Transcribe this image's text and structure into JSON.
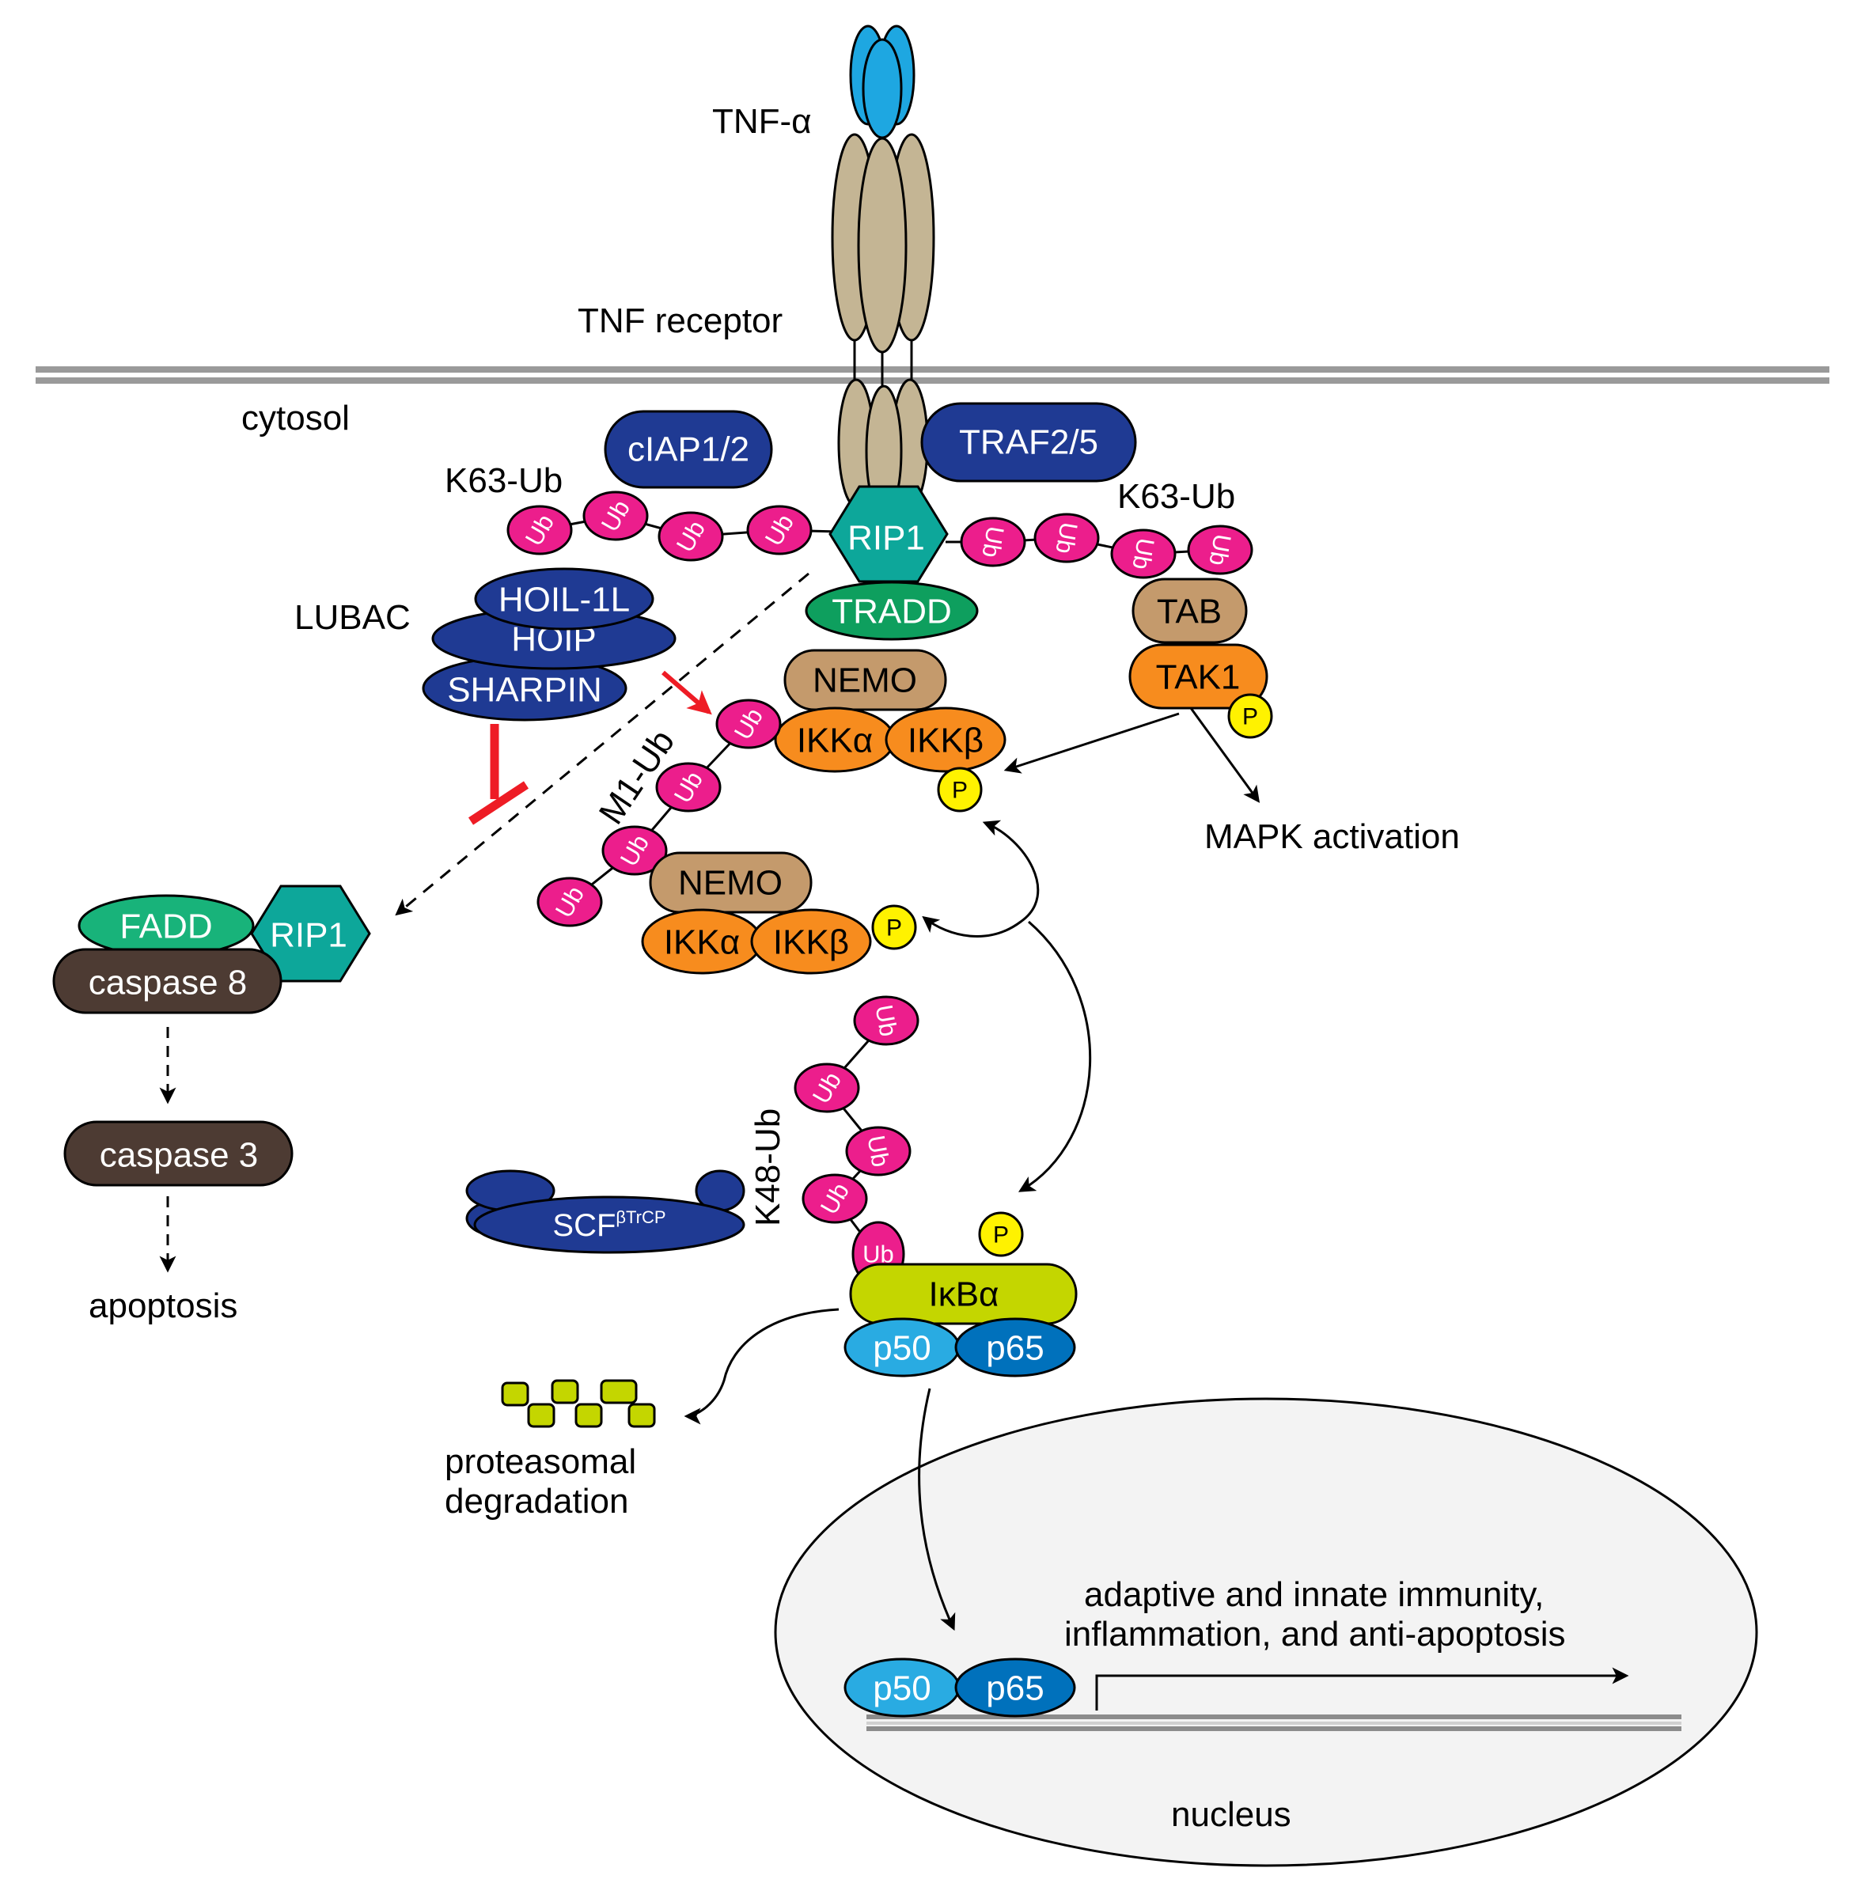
{
  "labels": {
    "tnf_alpha": "TNF-α",
    "tnf_receptor": "TNF receptor",
    "cytosol": "cytosol",
    "k63_ub_left": "K63-Ub",
    "k63_ub_right": "K63-Ub",
    "lubac": "LUBAC",
    "m1_ub": "M1-Ub",
    "k48_ub": "K48-Ub",
    "mapk_activation": "MAPK activation",
    "apoptosis": "apoptosis",
    "proteasomal_1": "proteasomal",
    "proteasomal_2": "degradation",
    "nucleus": "nucleus",
    "outcome_1": "adaptive and innate immunity,",
    "outcome_2": "inflammation, and anti-apoptosis"
  },
  "proteins": {
    "ciap": "cIAP1/2",
    "traf": "TRAF2/5",
    "rip1_complex": "RIP1",
    "tradd": "TRADD",
    "hoil": "HOIL-1L",
    "hoip": "HOIP",
    "sharpin": "SHARPIN",
    "tab": "TAB",
    "tak1": "TAK1",
    "nemo_1": "NEMO",
    "ikka_1": "IKKα",
    "ikkb_1": "IKKβ",
    "nemo_2": "NEMO",
    "ikka_2": "IKKα",
    "ikkb_2": "IKKβ",
    "fadd": "FADD",
    "rip1_death": "RIP1",
    "caspase8": "caspase 8",
    "caspase3": "caspase 3",
    "scf": "SCF",
    "scf_sup": "βTrCP",
    "ikba": "IκBα",
    "p50_cyto": "p50",
    "p65_cyto": "p65",
    "p50_nuc": "p50",
    "p65_nuc": "p65"
  },
  "ub": "Ub",
  "phospho": "P",
  "colors": {
    "tnf": "#1ea7e1",
    "receptor": "#c4b594",
    "dark_blue": "#1f3a93",
    "rip1": "#0da79a",
    "tradd": "#0e9f5e",
    "fadd": "#18b37a",
    "ub": "#ec1e8c",
    "tab": "#c49a6c",
    "nemo": "#c49a6c",
    "orange": "#f78c1e",
    "phospho": "#fff200",
    "caspase": "#4d3b33",
    "ikba": "#c4d600",
    "p50": "#29abe2",
    "p65": "#0071bc",
    "inhibit": "#ee1c25",
    "nucleus": "#f3f3f3"
  }
}
